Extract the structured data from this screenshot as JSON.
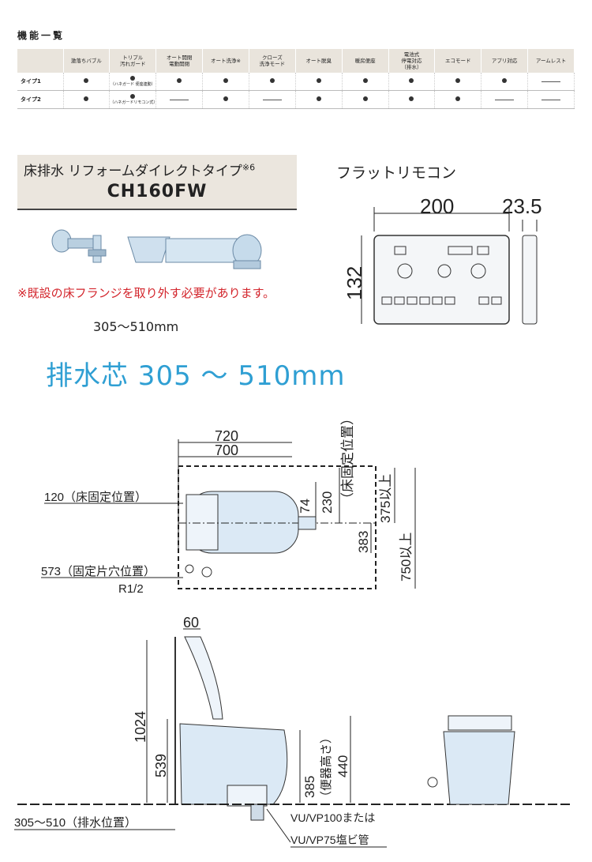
{
  "features": {
    "title": "機能一覧",
    "headers": [
      "激落ちバブル",
      "トリプル\n汚れガード",
      "オート開閉\n電動開閉",
      "オート洗浄※",
      "クローズ\n洗浄モード",
      "オート脱臭",
      "暖房便座",
      "電池式\n停電対応\n（排水）",
      "エコモード",
      "アプリ対応",
      "アームレスト"
    ],
    "rows": [
      {
        "label": "タイプ1",
        "cells": [
          "dot",
          "dot",
          "dot",
          "dot",
          "dot",
          "dot",
          "dot",
          "dot",
          "dot",
          "dot",
          "dash"
        ],
        "note": "（ハネガード 便座連動）"
      },
      {
        "label": "タイプ2",
        "cells": [
          "dot",
          "dot",
          "dash",
          "dot",
          "dash",
          "dot",
          "dot",
          "dot",
          "dot",
          "dash",
          "dash"
        ],
        "note": "（ハネガードリモコン式）"
      }
    ]
  },
  "product": {
    "title": "床排水 リフォームダイレクトタイプ",
    "title_sup": "※6",
    "model": "CH160FW",
    "warning": "※既設の床フランジを取り外す必要があります。",
    "range_small": "305～510mm",
    "range_big": "排水芯 305 ～ 510mm"
  },
  "remote": {
    "title": "フラットリモコン",
    "width": "200",
    "depth": "23.5",
    "height": "132"
  },
  "plan_view": {
    "dim_720": "720",
    "dim_700": "700",
    "dim_120": "120（床固定位置）",
    "dim_573": "573（固定片穴位置）",
    "dim_r12": "R1/2",
    "dim_74": "74",
    "dim_230": "230",
    "floor_fix": "（床固定位置）",
    "dim_383": "383",
    "dim_375": "375以上",
    "dim_750": "750以上"
  },
  "side_view": {
    "dim_60": "60",
    "dim_1024": "1024",
    "dim_539": "539",
    "dim_385": "385",
    "seat_height": "（便器高さ）",
    "dim_440": "440",
    "drain_pos": "305～510（排水位置）",
    "pipe1": "VU/VP100または",
    "pipe2": "VU/VP75塩ビ管"
  },
  "colors": {
    "accent_blue": "#2f9fd3",
    "warning_red": "#d3242b",
    "panel_beige": "#ebe6de",
    "body_blue": "#dbe9f5"
  }
}
